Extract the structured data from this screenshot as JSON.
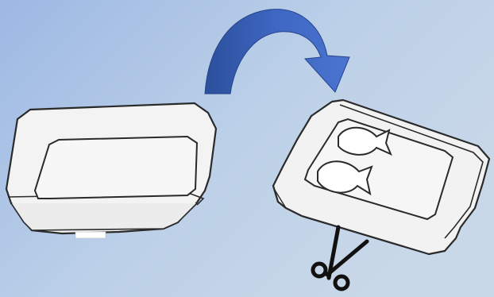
{
  "scene": {
    "background_colors": [
      "#9db8e3",
      "#bcd0e8",
      "#c9d8e8"
    ],
    "arrow_color": "#3f67c4",
    "arrow_dark": "#2b4f9a",
    "tray_fill": "#f4f4f4",
    "outline_color": "#2a2a2a"
  },
  "icons": {
    "arrow": "curved-arrow-icon",
    "scissors": "scissors-icon",
    "fish": "fish-icon"
  },
  "objects": [
    {
      "name": "open-tray",
      "description_visible_text": ""
    },
    {
      "name": "inverted-tray-with-fish-cutouts",
      "fish_count": 2
    }
  ]
}
